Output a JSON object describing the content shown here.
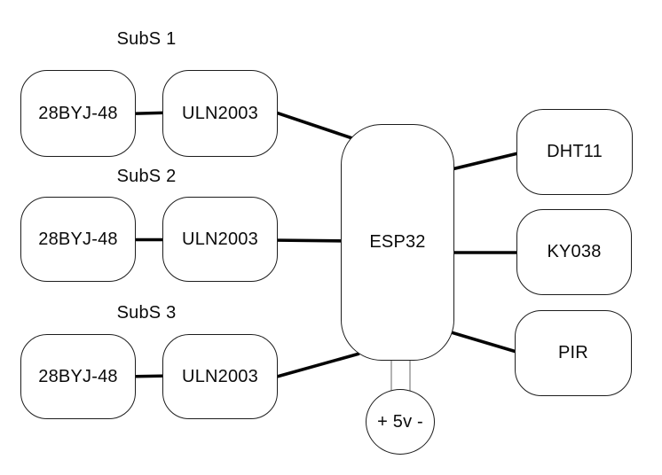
{
  "colors": {
    "background": "#ffffff",
    "node_border": "#1d1d1d",
    "wire": "#050505",
    "power_wire": "#8a8a8a",
    "text": "#0a0a0a"
  },
  "diagram": {
    "subsystems": [
      {
        "label": "SubS 1",
        "motor": "28BYJ-48",
        "driver": "ULN2003"
      },
      {
        "label": "SubS 2",
        "motor": "28BYJ-48",
        "driver": "ULN2003"
      },
      {
        "label": "SubS 3",
        "motor": "28BYJ-48",
        "driver": "ULN2003"
      }
    ],
    "controller": {
      "label": "ESP32"
    },
    "sensors": [
      {
        "label": "DHT11"
      },
      {
        "label": "KY038"
      },
      {
        "label": "PIR"
      }
    ],
    "power": {
      "label": "+ 5v -"
    },
    "connections": [
      {
        "from": "28BYJ-48 (SubS 1)",
        "to": "ULN2003 (SubS 1)"
      },
      {
        "from": "ULN2003 (SubS 1)",
        "to": "ESP32"
      },
      {
        "from": "28BYJ-48 (SubS 2)",
        "to": "ULN2003 (SubS 2)"
      },
      {
        "from": "ULN2003 (SubS 2)",
        "to": "ESP32"
      },
      {
        "from": "28BYJ-48 (SubS 3)",
        "to": "ULN2003 (SubS 3)"
      },
      {
        "from": "ULN2003 (SubS 3)",
        "to": "ESP32"
      },
      {
        "from": "ESP32",
        "to": "DHT11"
      },
      {
        "from": "ESP32",
        "to": "KY038"
      },
      {
        "from": "ESP32",
        "to": "PIR"
      },
      {
        "from": "ESP32",
        "to": "+ 5v - (power)"
      }
    ]
  }
}
